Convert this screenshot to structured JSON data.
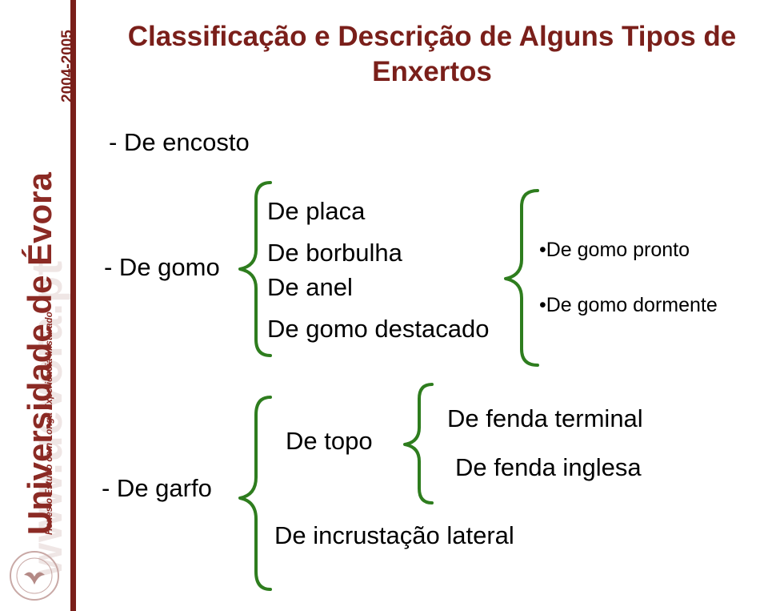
{
  "sidebar": {
    "year": "2004-2005",
    "watermark": "www.uevora.pt",
    "university_name": "Universidade de Évora",
    "motto": "Honesto Estudo com Longa Experiência Misturado"
  },
  "title": "Classificação e Descrição de Alguns Tipos de Enxertos",
  "colors": {
    "accent": "#7a1f1a",
    "brace": "#2e7d1e",
    "text": "#000000"
  },
  "categories": {
    "encosto": {
      "label": "- De encosto"
    },
    "gomo": {
      "label": "- De gomo",
      "items": [
        "De placa",
        "De borbulha",
        "De anel",
        "De gomo destacado"
      ],
      "sub_items": [
        "•De gomo pronto",
        "•De gomo dormente"
      ]
    },
    "garfo": {
      "label": "- De garfo",
      "topo": {
        "label": "De topo",
        "sub_items": [
          "De fenda terminal",
          "De fenda inglesa"
        ]
      },
      "incrustacao": "De incrustação lateral"
    }
  }
}
